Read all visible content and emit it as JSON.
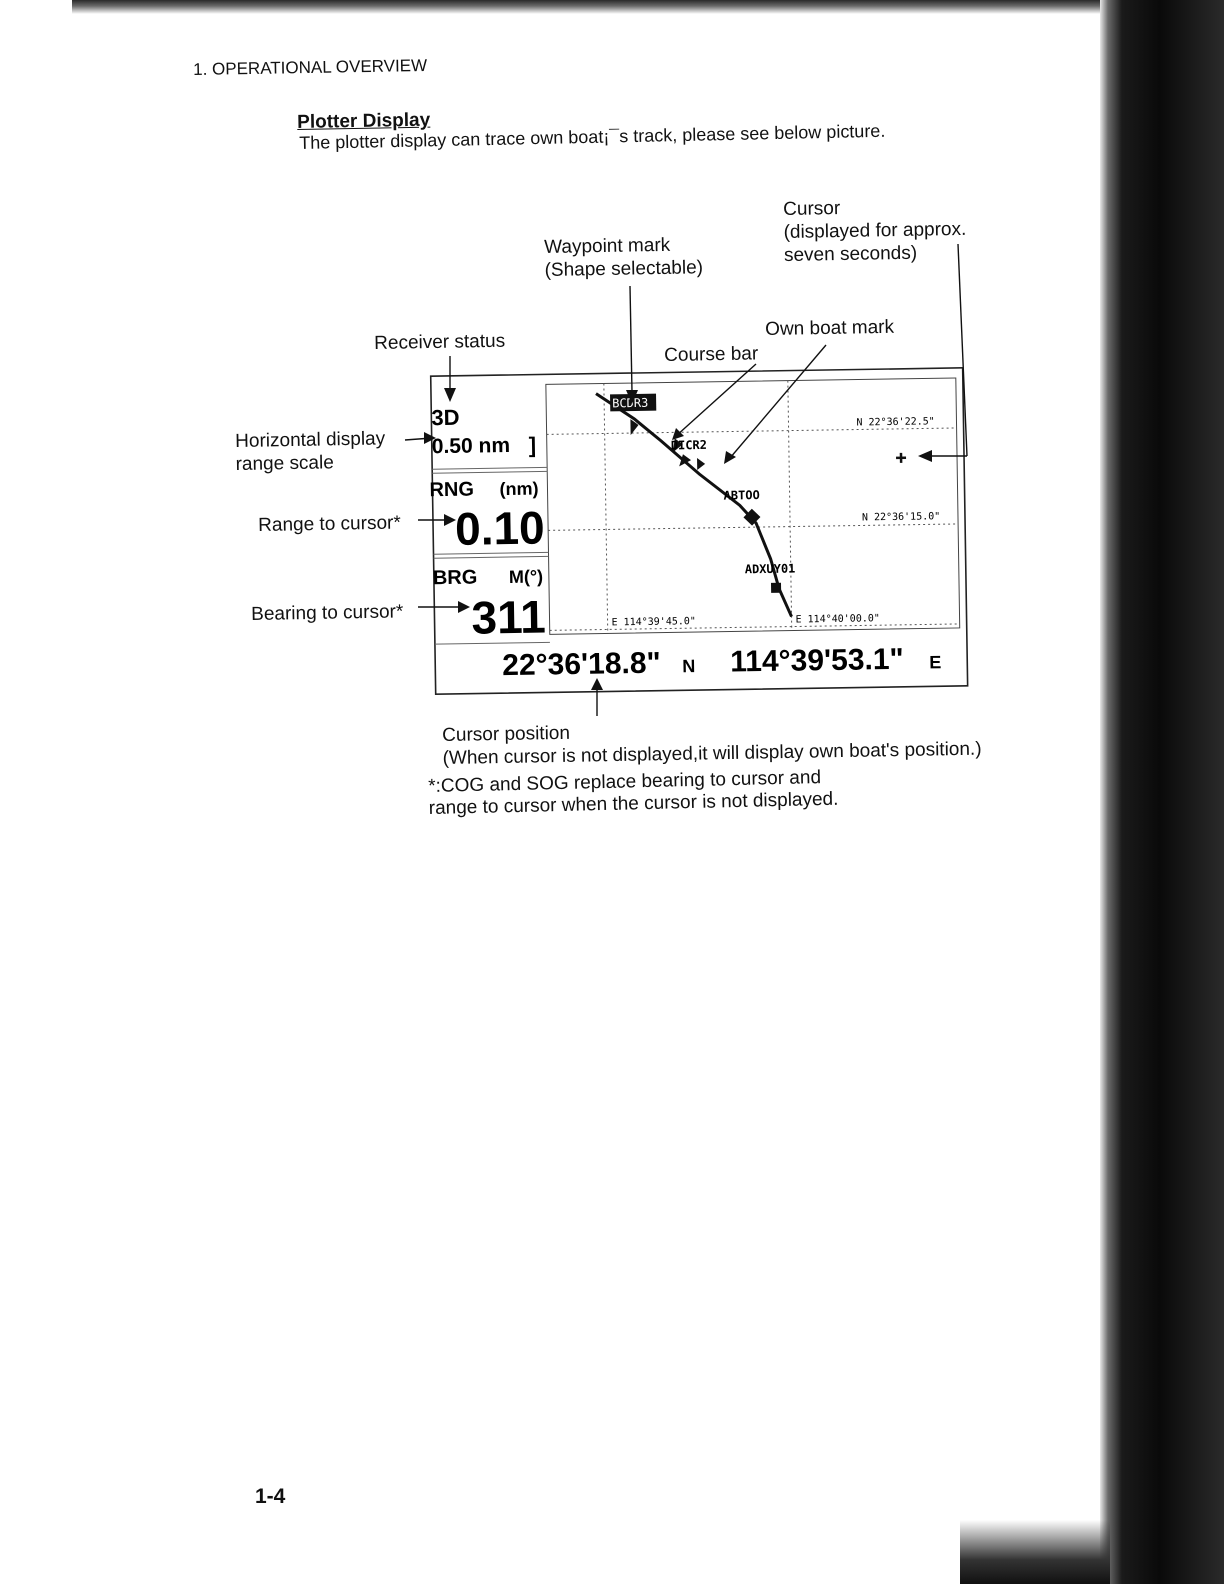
{
  "header": {
    "section": "1. OPERATIONAL OVERVIEW"
  },
  "section": {
    "title": "Plotter Display",
    "intro": "The plotter display can trace own boat¡¯s track, please see below picture."
  },
  "callouts": {
    "receiver_status": "Receiver status",
    "horizontal_range": "Horizontal display\nrange scale",
    "range_to_cursor": "Range to cursor*",
    "bearing_to_cursor": "Bearing to cursor*",
    "waypoint_mark": "Waypoint mark\n(Shape selectable)",
    "cursor": "Cursor\n(displayed for approx.\nseven seconds)",
    "own_boat_mark": "Own boat mark",
    "course_bar": "Course bar",
    "cursor_position": "Cursor position\n(When cursor is not displayed,it will display own boat's position.)"
  },
  "screen": {
    "status": "3D",
    "range_scale": "0.50 nm",
    "rng_label": "RNG",
    "rng_unit": "(nm)",
    "rng_value": "0.10",
    "brg_label": "BRG",
    "brg_unit": "M(°)",
    "brg_value": "311",
    "lat": "22°36'18.8\"",
    "lat_hemi": "N",
    "lon": "114°39'53.1\"",
    "lon_hemi": "E",
    "grid_labels": {
      "lat_top": "N 22°36'22.5\"",
      "lat_mid": "N 22°36'15.0\"",
      "lon_left": "E 114°39'45.0\"",
      "lon_right": "E 114°40'00.0\""
    },
    "waypoints": [
      "BCDR3",
      "DICR2",
      "ABTOO",
      "ADXUY01"
    ]
  },
  "footnote": "*:COG and SOG replace bearing to cursor and\nrange to cursor when the cursor is not displayed.",
  "page_number": "1-4"
}
